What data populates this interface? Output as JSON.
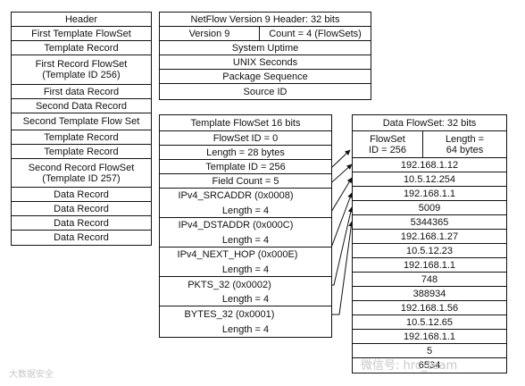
{
  "left_column": {
    "rows": [
      "Header",
      "First Template FlowSet",
      "Template Record",
      "First Record FlowSet\n(Template ID 256)",
      "First data Record",
      "Second Data Record",
      "Second Template Flow Set",
      "Template Record",
      "Template Record",
      "Second Record FlowSet\n(Template ID 257)",
      "Data Record",
      "Data Record",
      "Data Record",
      "Data Record"
    ]
  },
  "header_block": {
    "title": "NetFlow Version 9 Header: 32 bits",
    "version": "Version 9",
    "count": "Count = 4 (FlowSets)",
    "rows": [
      "System Uptime",
      "UNIX Seconds",
      "Package Sequence",
      "Source ID"
    ]
  },
  "template_block": {
    "title": "Template FlowSet 16 bits",
    "rows": [
      "FlowSet ID = 0",
      "Length = 28 bytes",
      "Template ID = 256",
      "Field Count = 5",
      "IPv4_SRCADDR (0x0008)",
      "Length = 4",
      "IPv4_DSTADDR (0x000C)",
      "Length = 4",
      "IPv4_NEXT_HOP (0x000E)",
      "Length = 4",
      "PKTS_32 (0x0002)",
      "Length = 4",
      "BYTES_32 (0x0001)",
      "Length = 4"
    ]
  },
  "data_block": {
    "title": "Data FlowSet: 32 bits",
    "flowset_id": "FlowSet\nID = 256",
    "length": "Length =\n64 bytes",
    "rows": [
      "192.168.1.12",
      "10.5.12.254",
      "192.168.1.1",
      "5009",
      "5344365",
      "192.168.1.27",
      "10.5.12.23",
      "192.168.1.1",
      "748",
      "388934",
      "192.168.1.56",
      "10.5.12.65",
      "192.168.1.1",
      "5",
      "6534"
    ]
  },
  "watermarks": {
    "left": "大数据安全",
    "right": "微信号: hrc_team"
  },
  "colors": {
    "line": "#111111",
    "watermark": "#c8c8c8"
  }
}
